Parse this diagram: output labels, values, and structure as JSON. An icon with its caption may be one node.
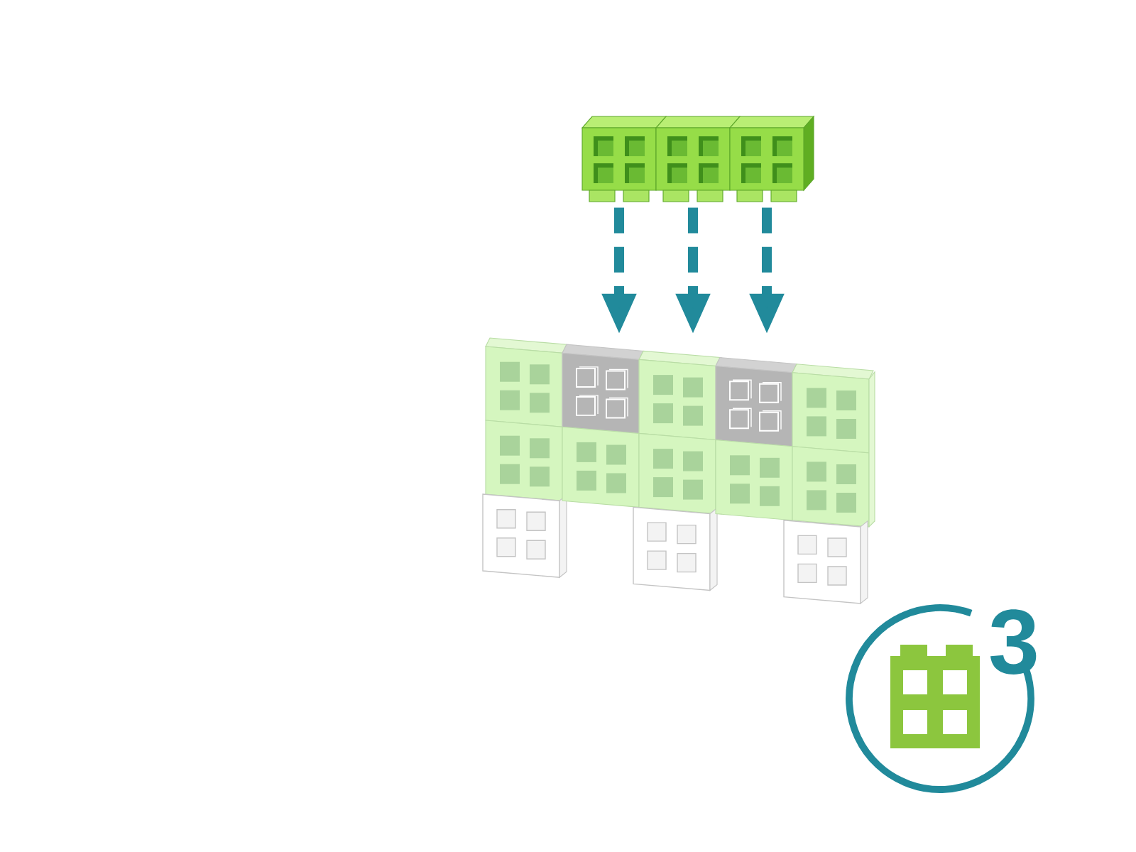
{
  "diagram": {
    "nodes": [
      {
        "text": [],
        "shape": "box"
      },
      {
        "text": [],
        "shape": "box"
      },
      {
        "text": [],
        "shape": "box"
      },
      {
        "text": [],
        "shape": "picture"
      }
    ],
    "edges": [
      {
        "from": 0,
        "to": 3,
        "arrow": "to",
        "style": "dashed"
      },
      {
        "from": 1,
        "to": 3,
        "arrow": "to",
        "style": "dashed"
      },
      {
        "from": 2,
        "to": 3,
        "arrow": "to",
        "style": "dashed"
      }
    ],
    "labels": [
      "3"
    ]
  }
}
